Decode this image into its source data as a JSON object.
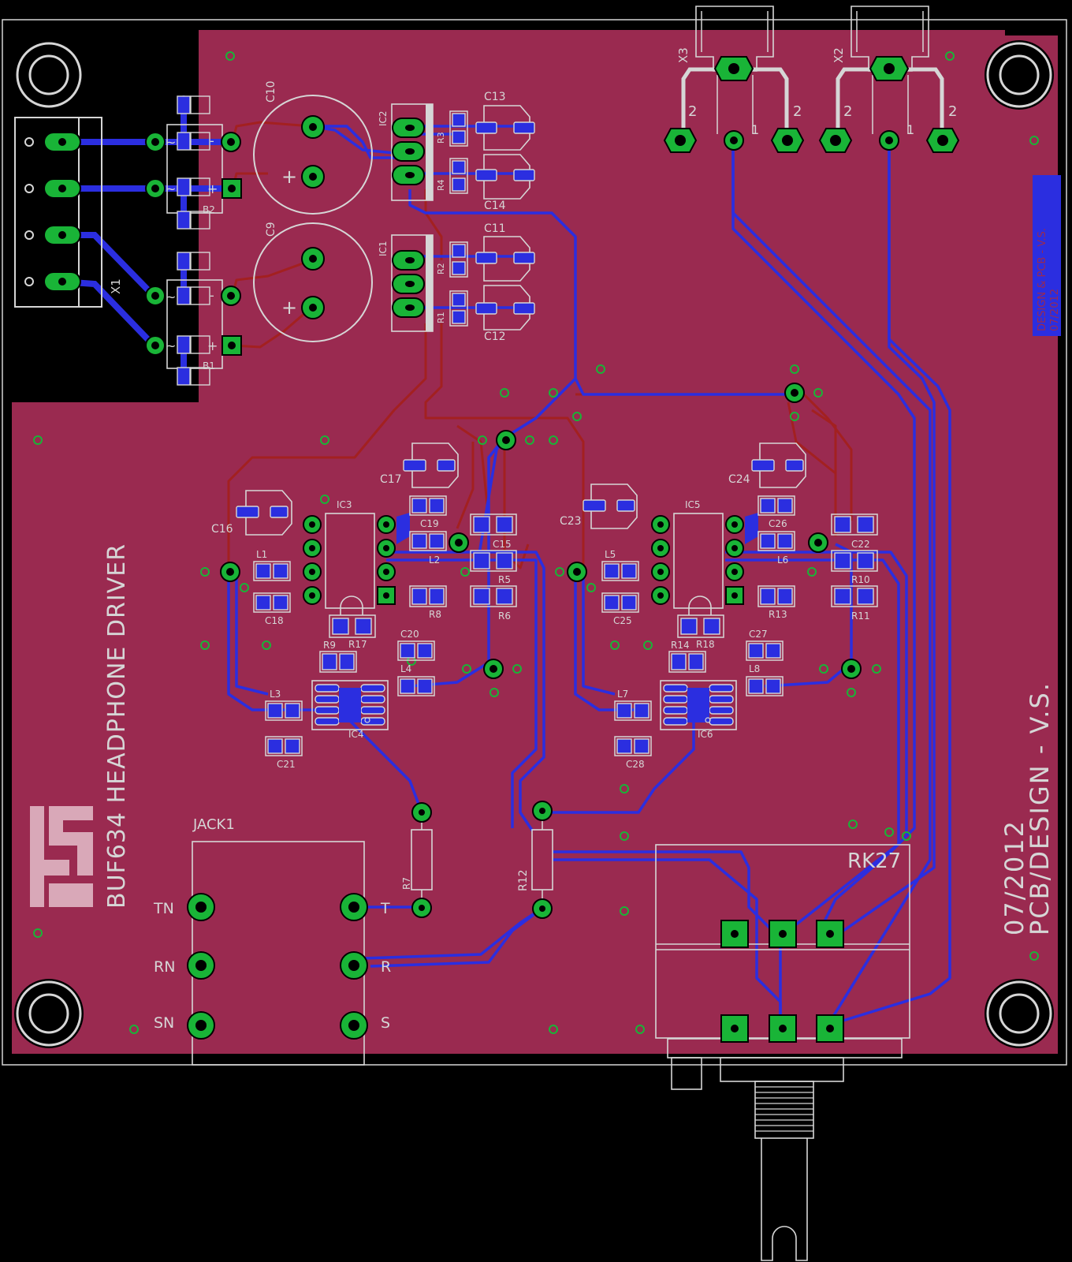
{
  "board": {
    "title": "BUF634 HEADPHONE DRIVER",
    "credit_line1": "07/2012",
    "credit_line2": "PCB/DESIGN - V.S.",
    "side_credit_line1": "DESIGN & PCB - V.S.",
    "side_credit_line2": "07/2012",
    "logo_text": "VS"
  },
  "colors": {
    "background": "#000000",
    "copper_pour": "#9a2a50",
    "top_trace": "#a32020",
    "bottom_trace": "#2b2ee0",
    "pad": "#19b437",
    "silkscreen": "#d6d6d6"
  },
  "components": {
    "x1": "X1",
    "x2": "X2",
    "x3": "X3",
    "b1": "B1",
    "b2": "B2",
    "c9": "C9",
    "c10": "C10",
    "ic1": "IC1",
    "ic2": "IC2",
    "ic3": "IC3",
    "ic4": "IC4",
    "ic5": "IC5",
    "ic6": "IC6",
    "r1": "R1",
    "r2": "R2",
    "r3": "R3",
    "r4": "R4",
    "r5": "R5",
    "r6": "R6",
    "r7": "R7",
    "r8": "R8",
    "r9": "R9",
    "r10": "R10",
    "r11": "R11",
    "r12": "R12",
    "r13": "R13",
    "r14": "R14",
    "r17": "R17",
    "r18": "R18",
    "c11": "C11",
    "c12": "C12",
    "c13": "C13",
    "c14": "C14",
    "c15": "C15",
    "c16": "C16",
    "c17": "C17",
    "c18": "C18",
    "c19": "C19",
    "c20": "C20",
    "c21": "C21",
    "c22": "C22",
    "c23": "C23",
    "c24": "C24",
    "c25": "C25",
    "c26": "C26",
    "c27": "C27",
    "c28": "C28",
    "l1": "L1",
    "l2": "L2",
    "l3": "L3",
    "l4": "L4",
    "l5": "L5",
    "l6": "L6",
    "l7": "L7",
    "l8": "L8",
    "jack1": "JACK1",
    "rk27": "RK27"
  },
  "pin_labels": {
    "tn": "TN",
    "rn": "RN",
    "sn": "SN",
    "t": "T",
    "r": "R",
    "s": "S",
    "one": "1",
    "two": "2",
    "plus": "+",
    "tilde": "~"
  }
}
